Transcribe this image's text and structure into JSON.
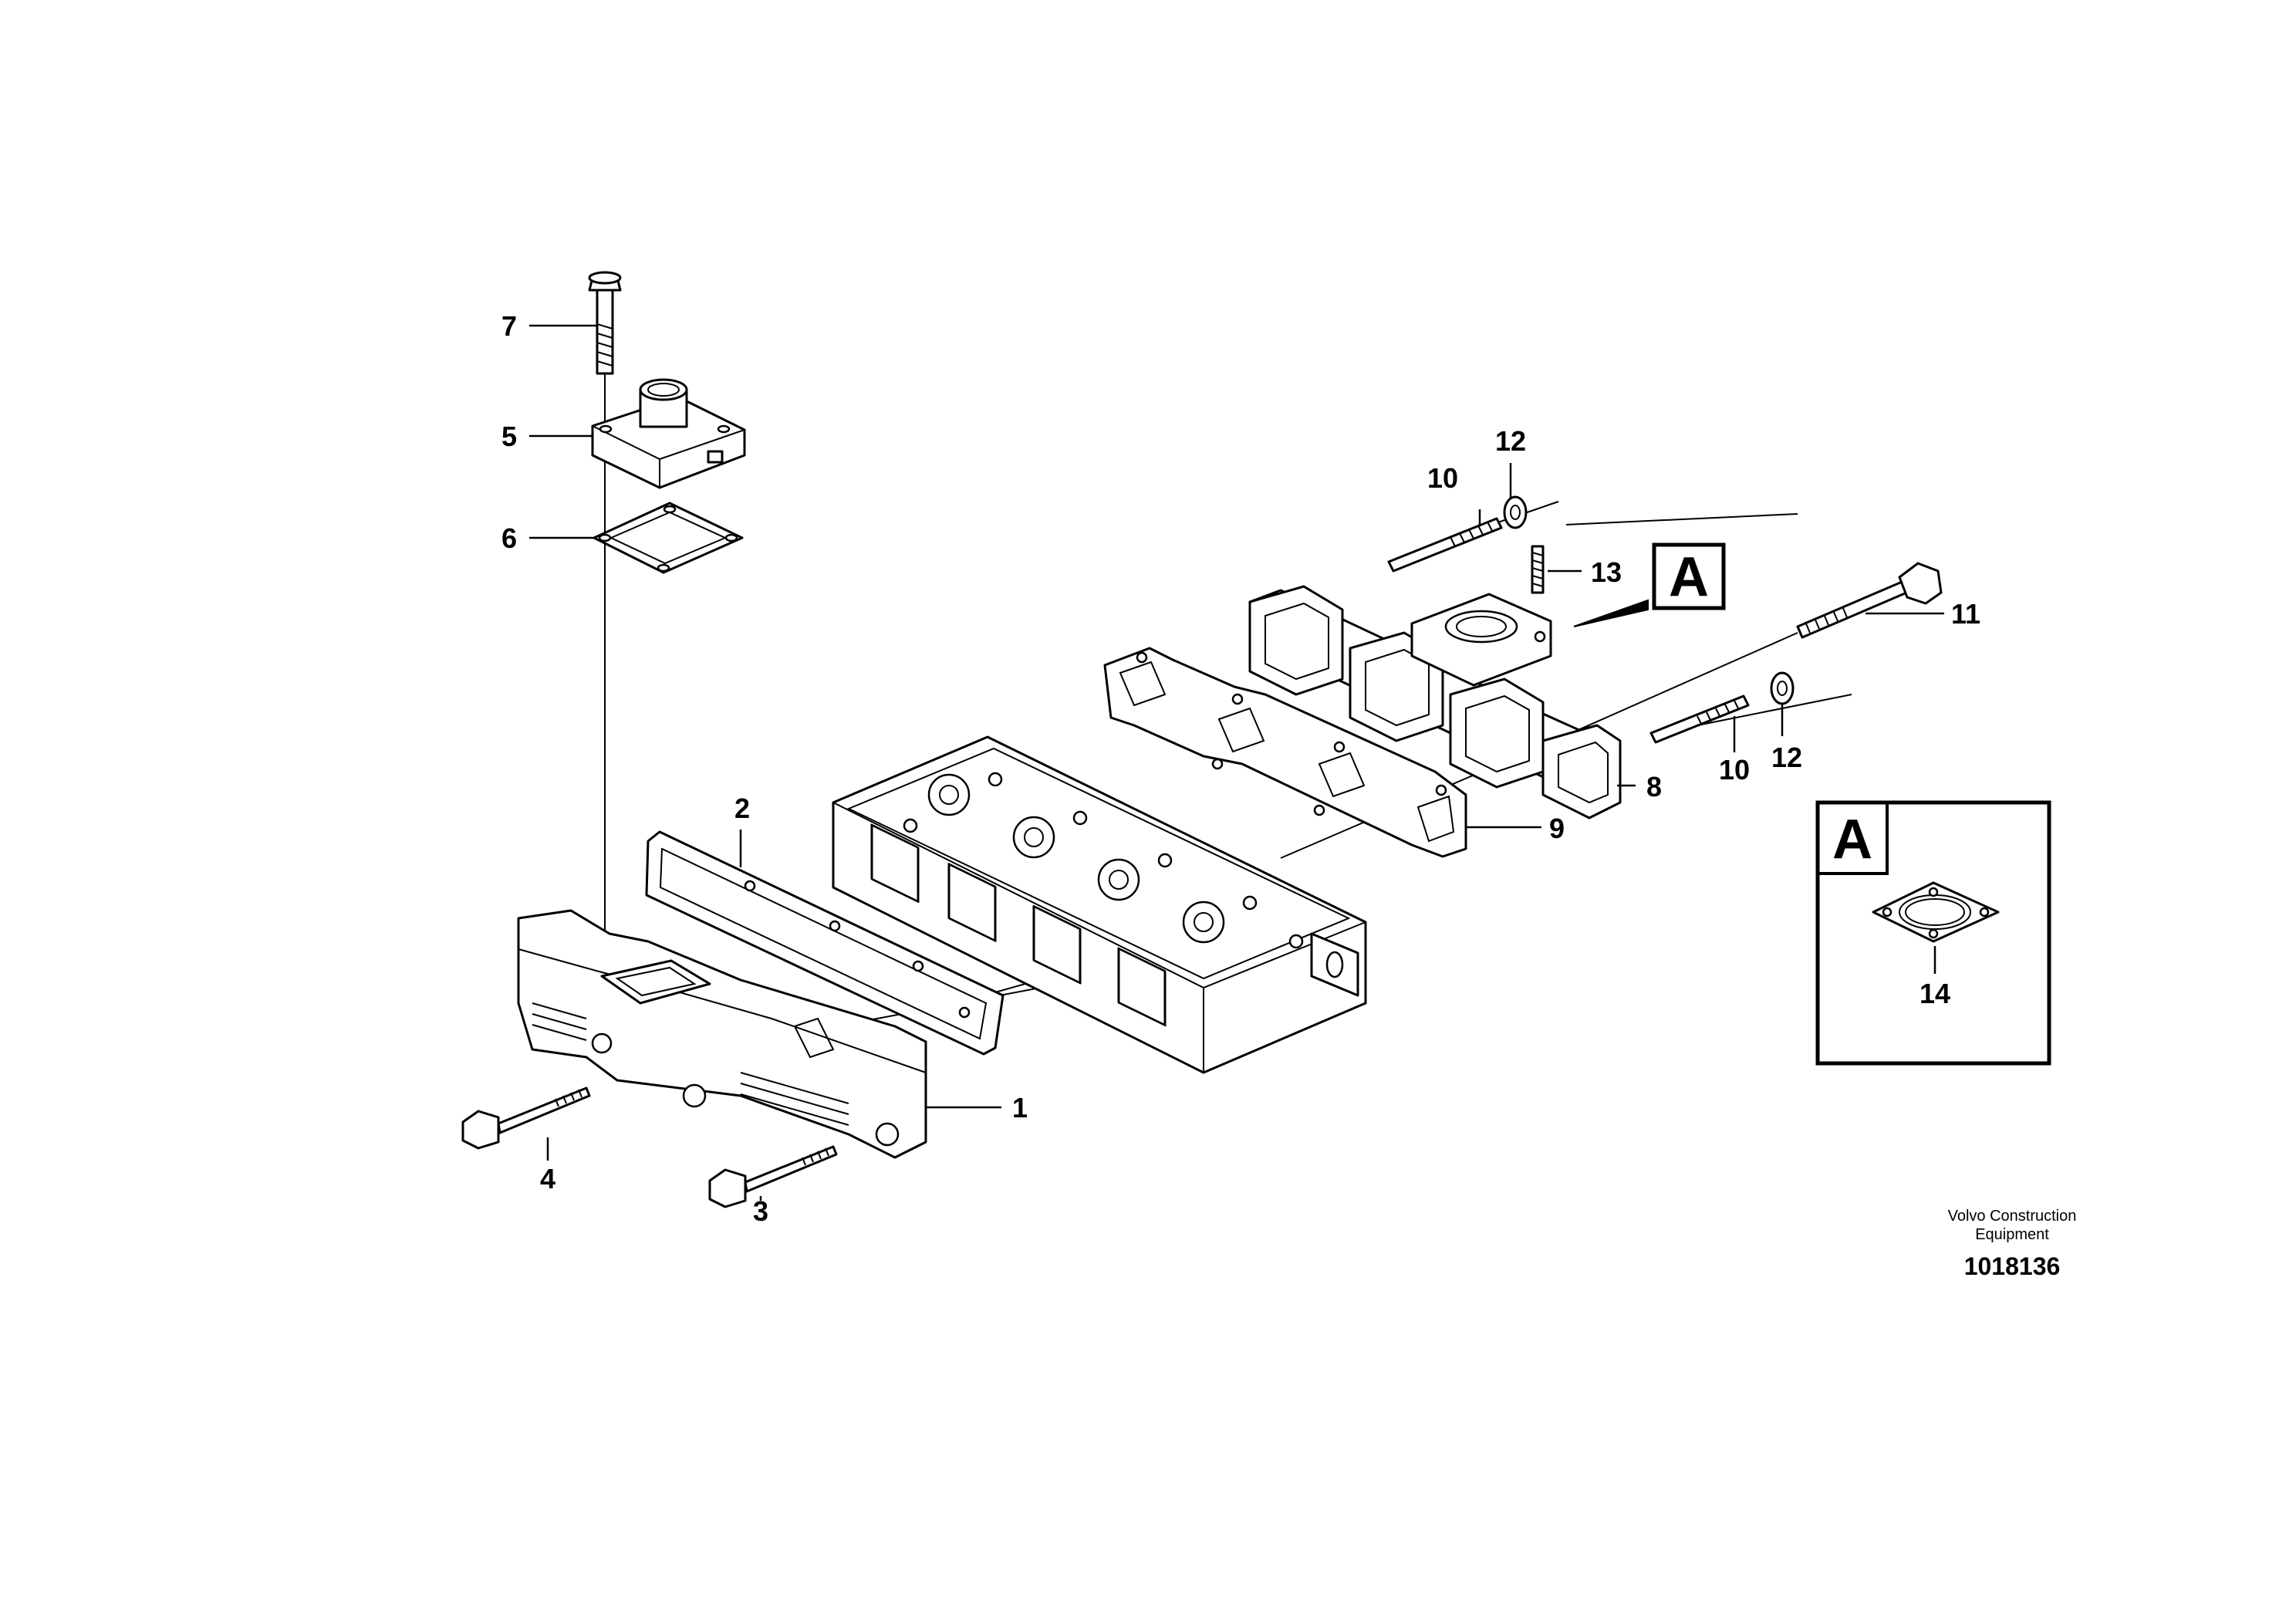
{
  "callouts": {
    "c1": "1",
    "c2": "2",
    "c3": "3",
    "c4": "4",
    "c5": "5",
    "c6": "6",
    "c7": "7",
    "c8": "8",
    "c9": "9",
    "c10a": "10",
    "c10b": "10",
    "c11": "11",
    "c12a": "12",
    "c12b": "12",
    "c13": "13",
    "c14": "14"
  },
  "detail": {
    "ref_letter": "A",
    "inset_letter": "A"
  },
  "footer": {
    "maker_line1": "Volvo Construction",
    "maker_line2": "Equipment",
    "drawing_number": "1018136"
  }
}
